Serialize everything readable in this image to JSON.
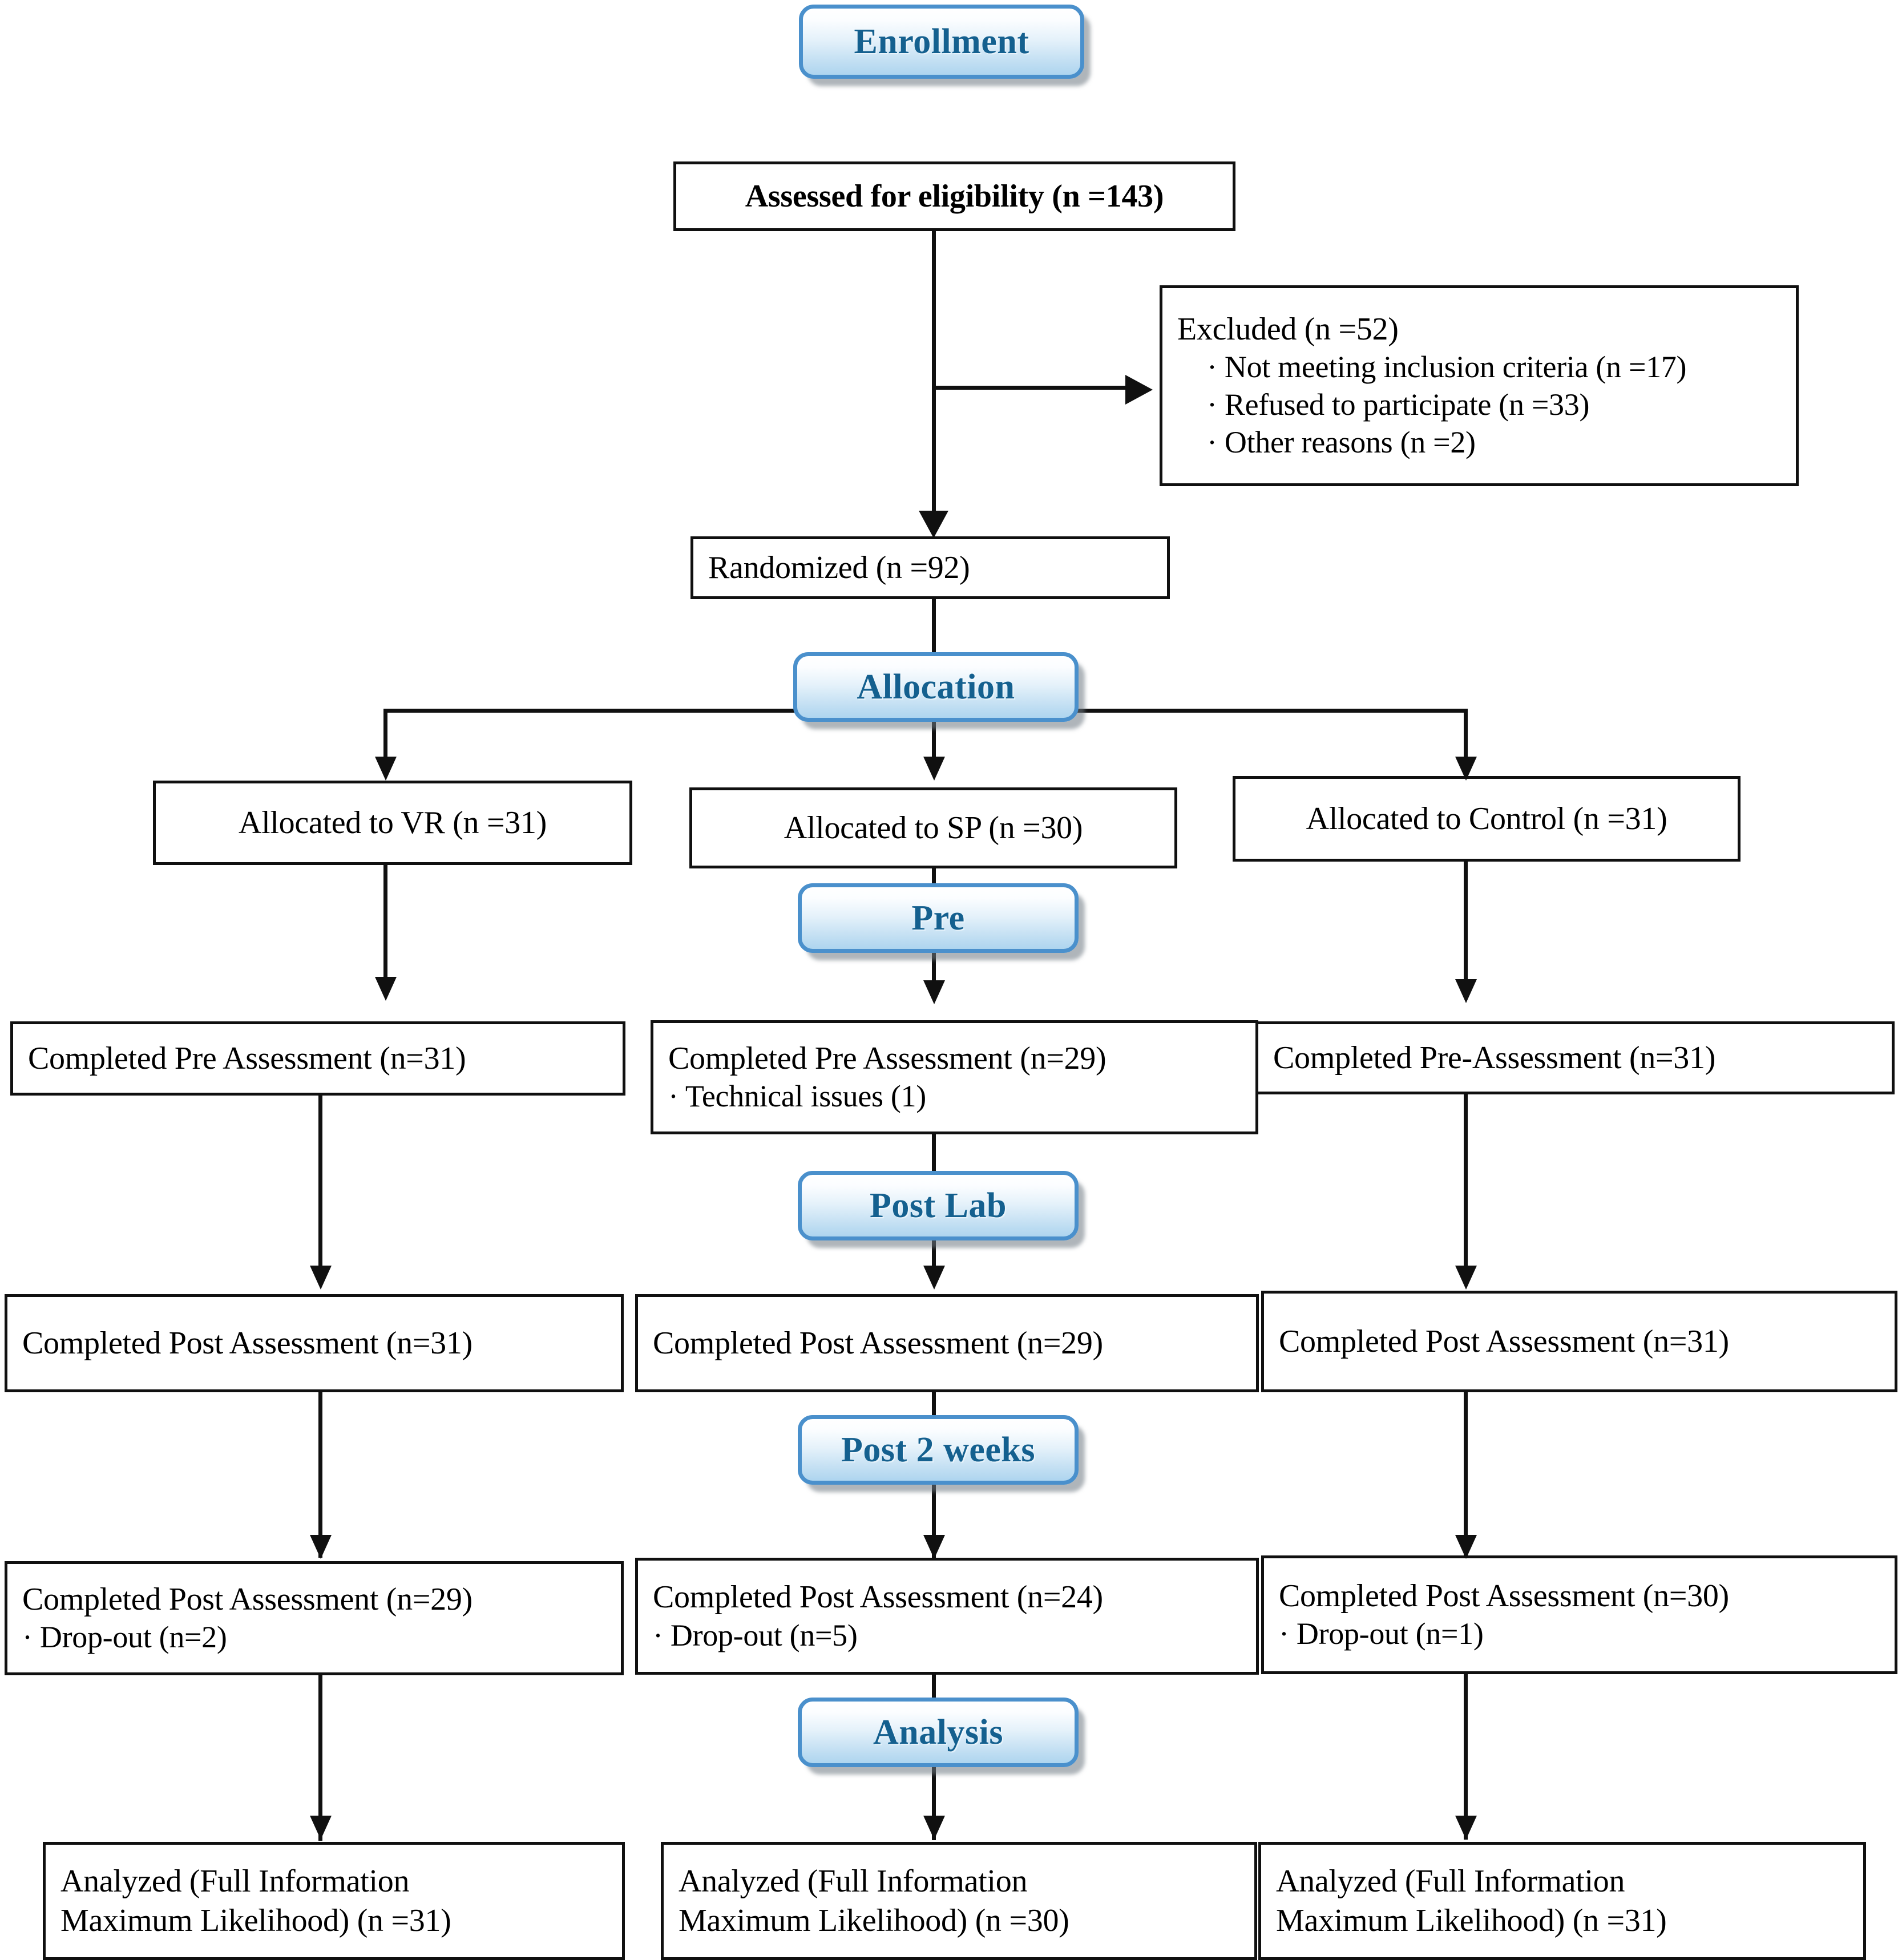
{
  "diagram": {
    "title": "CONSORT participant flow diagram",
    "accent_color": "#4a90cc",
    "banner_text_color": "#14608f",
    "box_border_color": "#101010"
  },
  "banners": {
    "enrollment": "Enrollment",
    "allocation": "Allocation",
    "pre": "Pre",
    "post_lab": "Post Lab",
    "post_2_weeks": "Post 2 weeks",
    "analysis": "Analysis"
  },
  "enrollment": {
    "assessed": "Assessed for eligibility (n =143)",
    "excluded_title": "Excluded (n =52)",
    "excluded_reasons": [
      "· Not meeting inclusion criteria (n =17)",
      "· Refused to participate (n =33)",
      "· Other reasons (n =2)"
    ],
    "randomized": "Randomized (n =92)"
  },
  "arms": {
    "vr": {
      "allocated": "Allocated to VR (n =31)",
      "pre_assessment": "Completed Pre Assessment (n=31)",
      "post_lab_assessment": "Completed Post Assessment (n=31)",
      "post_2w_assessment": "Completed Post Assessment (n=29)",
      "post_2w_note": "· Drop-out (n=2)",
      "analyzed_line1": "Analyzed (Full Information",
      "analyzed_line2": "Maximum Likelihood) (n =31)"
    },
    "sp": {
      "allocated": "Allocated to SP (n =30)",
      "pre_assessment": "Completed Pre Assessment (n=29)",
      "pre_note": "· Technical issues (1)",
      "post_lab_assessment": "Completed Post Assessment (n=29)",
      "post_2w_assessment": "Completed Post Assessment (n=24)",
      "post_2w_note": "· Drop-out (n=5)",
      "analyzed_line1": "Analyzed (Full Information",
      "analyzed_line2": "Maximum Likelihood) (n =30)"
    },
    "control": {
      "allocated": "Allocated to Control (n =31)",
      "pre_assessment": "Completed Pre-Assessment (n=31)",
      "post_lab_assessment": "Completed Post Assessment (n=31)",
      "post_2w_assessment": "Completed Post Assessment (n=30)",
      "post_2w_note": "· Drop-out (n=1)",
      "analyzed_line1": "Analyzed (Full Information",
      "analyzed_line2": "Maximum Likelihood) (n =31)"
    }
  },
  "chart_data": {
    "type": "table",
    "title": "CONSORT flow: participant counts by stage and arm",
    "stages": [
      "Assessed for eligibility",
      "Excluded",
      "Randomized",
      "Allocated",
      "Completed Pre Assessment",
      "Completed Post Assessment (Post Lab)",
      "Completed Post Assessment (Post 2 weeks)",
      "Analyzed (FIML)"
    ],
    "overall": {
      "assessed_for_eligibility": 143,
      "excluded_total": 52,
      "excluded_not_meeting_inclusion_criteria": 17,
      "excluded_refused_to_participate": 33,
      "excluded_other_reasons": 2,
      "randomized": 92
    },
    "arms": [
      "VR",
      "SP",
      "Control"
    ],
    "series": [
      {
        "name": "Allocated",
        "values": [
          31,
          30,
          31
        ]
      },
      {
        "name": "Completed Pre Assessment",
        "values": [
          31,
          29,
          31
        ]
      },
      {
        "name": "Completed Post Assessment (Post Lab)",
        "values": [
          31,
          29,
          31
        ]
      },
      {
        "name": "Completed Post Assessment (Post 2 weeks)",
        "values": [
          29,
          24,
          30
        ]
      },
      {
        "name": "Drop-out (Post 2 weeks)",
        "values": [
          2,
          5,
          1
        ]
      },
      {
        "name": "Analyzed (FIML)",
        "values": [
          31,
          30,
          31
        ]
      }
    ],
    "notes": [
      {
        "arm": "SP",
        "stage": "Completed Pre Assessment",
        "text": "Technical issues (1)"
      }
    ]
  }
}
